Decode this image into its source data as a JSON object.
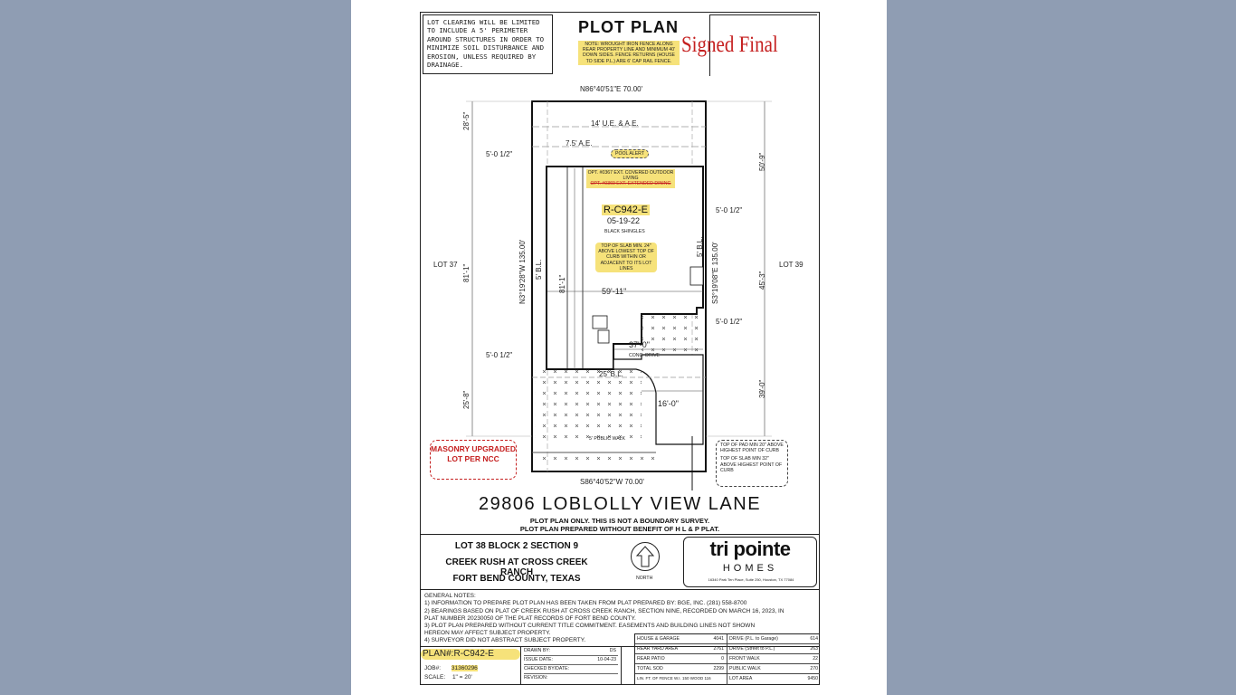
{
  "sheet": {
    "title": "PLOT PLAN",
    "lot_clearing_note": "LOT CLEARING WILL BE LIMITED TO INCLUDE A 5' PERIMETER AROUND STRUCTURES IN ORDER TO MINIMIZE SOIL DISTURBANCE AND EROSION, UNLESS REQUIRED BY DRAINAGE.",
    "fence_note": "NOTE: WROUGHT IRON FENCE ALONG REAR PROPERTY LINE AND MINIMUM 40' DOWN SIDES. FENCE RETURNS (HOUSE TO SIDE P.L.) ARE 6' CAP RAIL FENCE.",
    "stamp": "Signed Final",
    "address": "29806 LOBLOLLY VIEW LANE",
    "survey_note_1": "PLOT PLAN ONLY.  THIS IS NOT A BOUNDARY SURVEY.",
    "survey_note_2": "PLOT PLAN PREPARED WITHOUT BENEFIT OF H L & P PLAT."
  },
  "plan": {
    "bearing_top": "N86°40'51\"E  70.00'",
    "bearing_bottom": "S86°40'52\"W  70.00'",
    "bearing_left": "N3°19'28\"W  135.00'",
    "bearing_right": "S3°19'08\"E  135.00'",
    "easement": "14' U.E. & A.E.",
    "ae": "7.5' A.E.",
    "pool_alert": "POOL ALERT",
    "covered_living": "OPT. #0367 EXT. COVERED OUTDOOR LIVING",
    "covered_living_struck": "OPT. #0369 EXT. EXTENDED DINING",
    "plan_code": "R-C942-E",
    "plan_date": "05-19-22",
    "roof": "BLACK SHINGLES",
    "slab_note": "TOP OF SLAB MIN. 24\" ABOVE LOWEST TOP OF CURB WITHIN OR ADJACENT TO ITS LOT LINES",
    "masonry": "MASONRY UPGRADED LOT PER NCC",
    "pad_note_1": "TOP OF PAD MIN 20\" ABOVE HIGHEST POINT OF CURB",
    "pad_note_2": "TOP OF SLAB MIN 32\" ABOVE HIGHEST POINT OF CURB",
    "lot_left": "LOT 37",
    "lot_right": "LOT 39",
    "bl_side": "5' B.L.",
    "bl_front": "25' B.L.",
    "conc_drive": "CONC. DRIVE",
    "public_walk": "5' PUBLIC WALK",
    "d_28_5": "28'-5\"",
    "d_50_9": "50'-9\"",
    "d_81_1_outer": "81'-1\"",
    "d_81_1_inner": "81'-1\"",
    "d_45_3": "45'-3\"",
    "d_39_0": "39'-0\"",
    "d_25_8": "25'-8\"",
    "d_5_0_tl": "5'-0 1/2\"",
    "d_5_0_bl": "5'-0 1/2\"",
    "d_5_0_tr": "5'-0 1/2\"",
    "d_5_0_br": "5'-0 1/2\"",
    "d_59_11": "59'-11\"",
    "d_37_0": "37'-0\"",
    "d_16_0": "16'-0\""
  },
  "title_block": {
    "lot_line": "LOT 38   BLOCK 2   SECTION 9",
    "subdivision": "CREEK RUSH AT CROSS CREEK RANCH",
    "county": "FORT BEND COUNTY, TEXAS",
    "north": "NORTH",
    "logo_top": "tri pointe",
    "logo_bottom": "HOMES",
    "logo_address": "16340 Park Ten Place, Suite 250, Houston, TX 77084"
  },
  "notes": {
    "heading": "GENERAL NOTES:",
    "items": [
      "1) INFORMATION TO PREPARE PLOT PLAN HAS BEEN TAKEN FROM PLAT PREPARED BY: BGE, INC. (281) 558-8700",
      "2) BEARINGS BASED ON PLAT OF CREEK RUSH AT CROSS CREEK RANCH, SECTION NINE, RECORDED ON MARCH 16, 2023, IN PLAT NUMBER 20230050 OF THE PLAT RECORDS OF FORT BEND COUNTY.",
      "3) PLOT PLAN PREPARED WITHOUT CURRENT TITLE COMMITMENT.  EASEMENTS AND BUILDING LINES NOT SHOWN HEREON MAY AFFECT SUBJECT PROPERTY.",
      "4) SURVEYOR DID NOT ABSTRACT SUBJECT PROPERTY."
    ]
  },
  "meta": {
    "plan_num_label": "PLAN#:",
    "plan_num": "R-C942-E",
    "job_label": "JOB#:",
    "job": "31360296",
    "scale_label": "SCALE:",
    "scale": "1\" = 20'",
    "drawn_by_label": "DRAWN BY:",
    "drawn_by": "DS",
    "issue_label": "ISSUE DATE:",
    "issue": "10-04-23",
    "checked_label": "CHECKED BY/DATE:",
    "revision_label": "REVISION:"
  },
  "areas": [
    {
      "label": "HOUSE & GARAGE",
      "value": "4041",
      "label2": "DRIVE (P.L. to Garage)",
      "value2": "614"
    },
    {
      "label": "REAR YARD AREA",
      "value": "2761",
      "label2": "DRIVE (Street to P.L.)",
      "value2": "263"
    },
    {
      "label": "REAR PATIO",
      "value": "0",
      "label2": "FRONT WALK",
      "value2": "22"
    },
    {
      "label": "TOTAL SOD",
      "value": "2299",
      "label2": "PUBLIC WALK",
      "value2": "270"
    },
    {
      "label": "LIN. FT. OF FENCE W.I. 150 WOOD 116",
      "value": "",
      "label2": "LOT AREA",
      "value2": "9450"
    }
  ],
  "colors": {
    "background": "#8f9db3",
    "stamp_red": "#c52020",
    "highlight": "#f6e27a"
  }
}
